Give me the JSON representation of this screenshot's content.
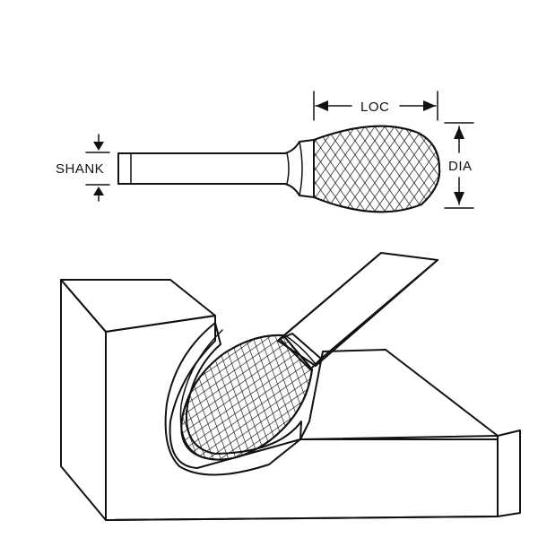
{
  "labels": {
    "shank": "SHANK",
    "loc": "LOC",
    "dia": "DIA"
  },
  "colors": {
    "ink": "#111111",
    "paper": "#ffffff"
  }
}
